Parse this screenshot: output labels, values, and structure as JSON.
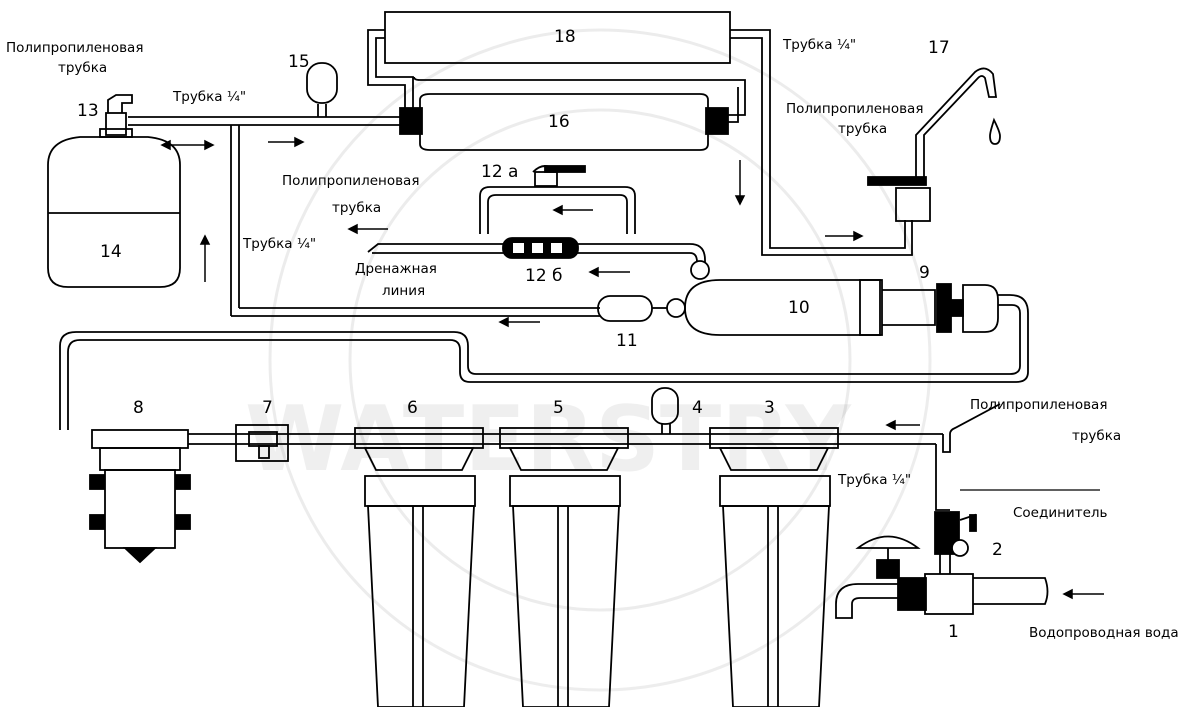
{
  "diagram": {
    "watermark": "WATERSTRY",
    "components": {
      "n1": "1",
      "n2": "2",
      "n3": "3",
      "n4": "4",
      "n5": "5",
      "n6": "6",
      "n7": "7",
      "n8": "8",
      "n9": "9",
      "n10": "10",
      "n11": "11",
      "n12a": "12 а",
      "n12b": "12 б",
      "n13": "13",
      "n14": "14",
      "n15": "15",
      "n16": "16",
      "n17": "17",
      "n18": "18"
    },
    "labels": {
      "pp_tube_top_left_1": "Полипропиленовая",
      "pp_tube_top_left_2": "трубка",
      "tube_14_top": "Трубка ¼\"",
      "pp_tube_mid_1": "Полипропиленовая",
      "pp_tube_mid_2": "трубка",
      "tube_14_left": "Трубка ¼\"",
      "drain_1": "Дренажная",
      "drain_2": "линия",
      "tube_14_right_top": "Трубка ¼\"",
      "pp_tube_faucet_1": "Полипропиленовая",
      "pp_tube_faucet_2": "трубка",
      "pp_tube_inlet_1": "Полипропиленовая",
      "pp_tube_inlet_2": "трубка",
      "tube_14_inlet": "Трубка ¼\"",
      "connector": "Соединитель",
      "tap_water": "Водопроводная вода"
    }
  }
}
